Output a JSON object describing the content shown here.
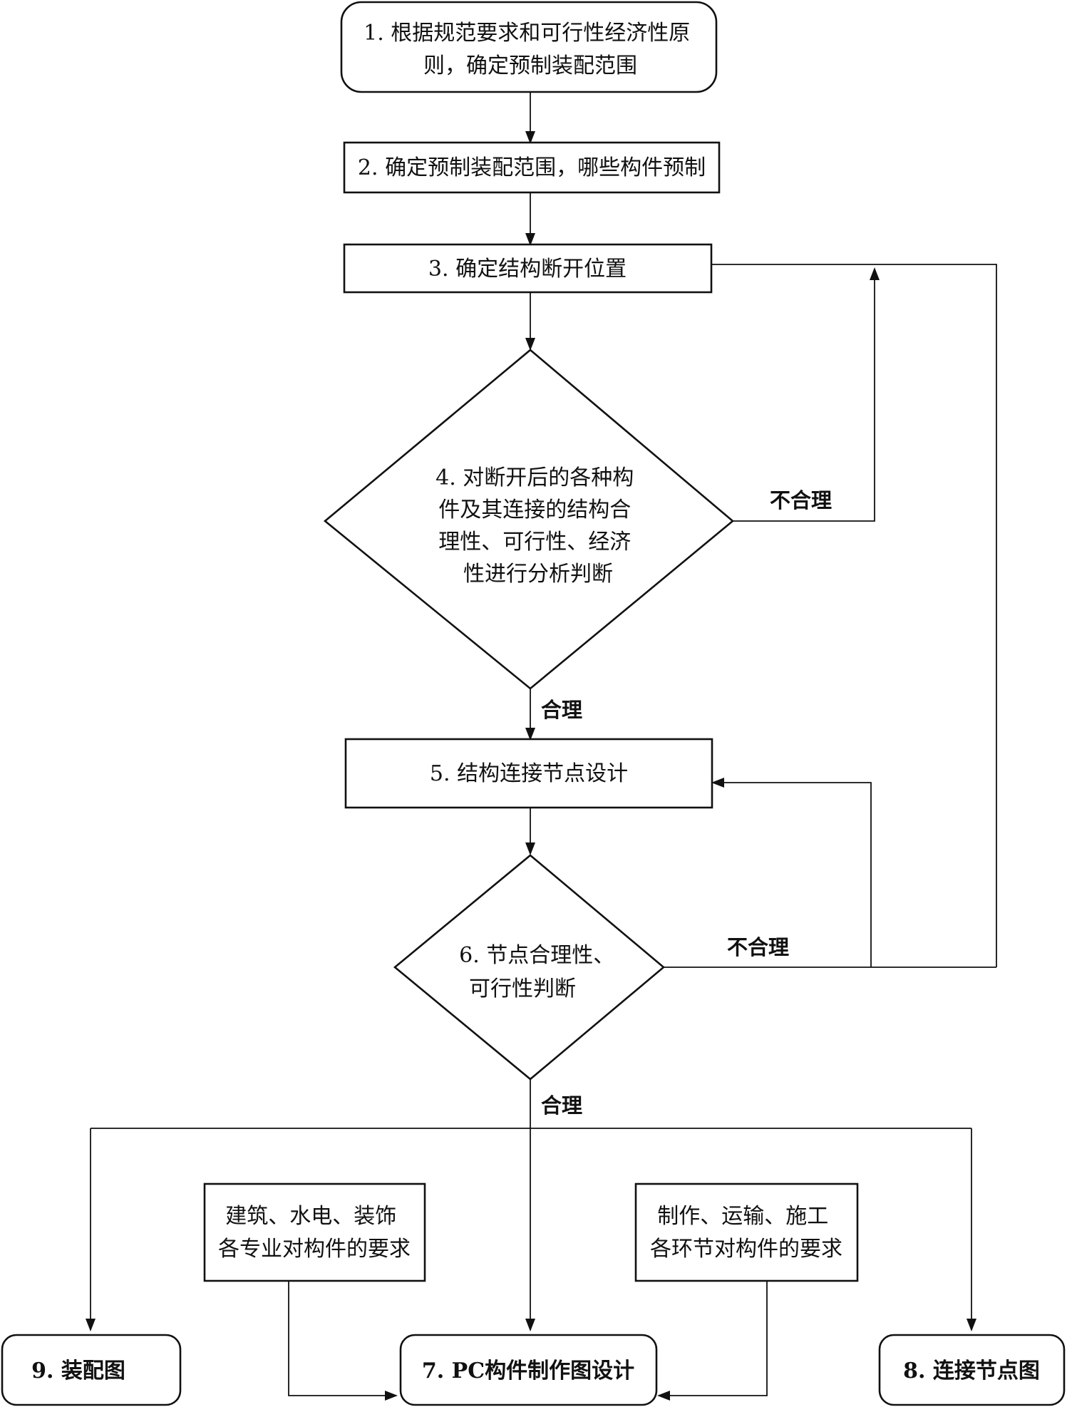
{
  "nodes": {
    "n1": {
      "lines": [
        "1. 根据规范要求和可行性经济性原",
        "则，确定预制装配范围"
      ]
    },
    "n2": {
      "lines": [
        "2. 确定预制装配范围，哪些构件预制"
      ]
    },
    "n3": {
      "lines": [
        "3. 确定结构断开位置"
      ]
    },
    "n4": {
      "lines": [
        "4. 对断开后的各种构",
        "件及其连接的结构合",
        "理性、可行性、经济",
        "性进行分析判断"
      ]
    },
    "n5": {
      "lines": [
        "5. 结构连接节点设计"
      ]
    },
    "n6": {
      "lines": [
        "6. 节点合理性、",
        "可行性判断"
      ]
    },
    "req_left": {
      "lines": [
        "建筑、水电、装饰",
        "各专业对构件的要求"
      ]
    },
    "req_right": {
      "lines": [
        "制作、运输、施工",
        "各环节对构件的要求"
      ]
    },
    "n7": {
      "lines": [
        "7. PC构件制作图设计"
      ]
    },
    "n8": {
      "lines": [
        "8. 连接节点图"
      ]
    },
    "n9": {
      "lines": [
        "9. 装配图"
      ]
    }
  },
  "edge_labels": {
    "reasonable_4": "合理",
    "unreasonable_4": "不合理",
    "unreasonable_6": "不合理",
    "reasonable_6": "合理"
  }
}
